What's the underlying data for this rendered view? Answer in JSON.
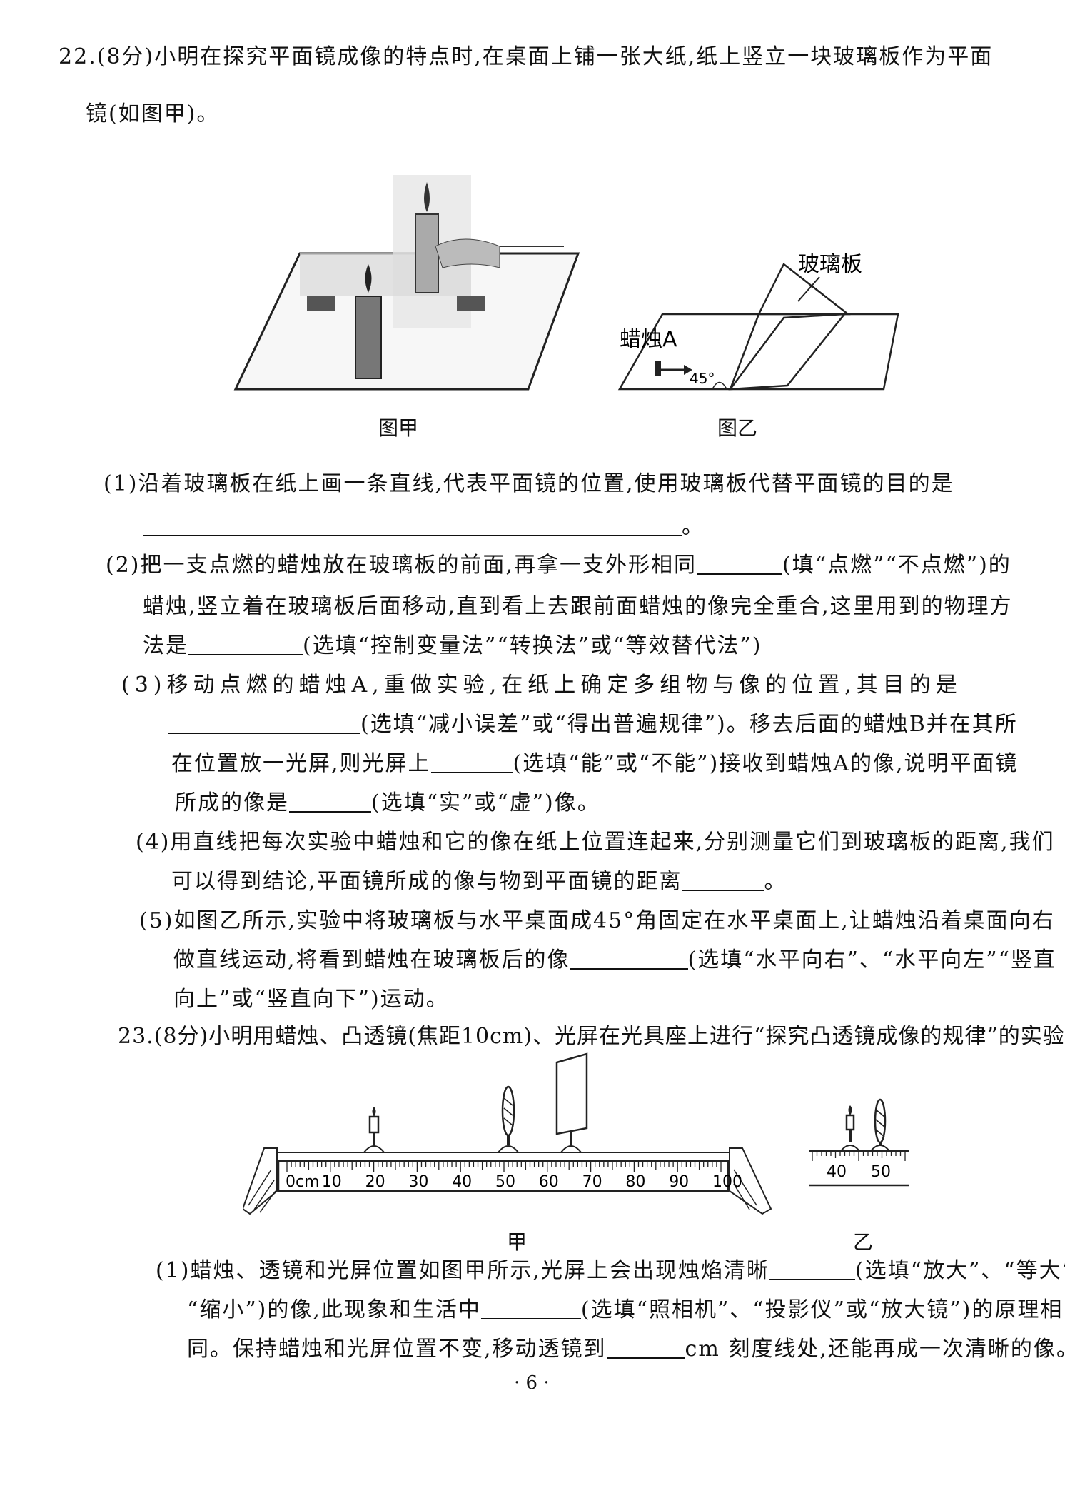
{
  "q22": {
    "header": "22.(8分)小明在探究平面镜成像的特点时,在桌面上铺一张大纸,纸上竖立一块玻璃板作为平面",
    "header_cont": "镜(如图甲)。",
    "fig_jia_caption": "图甲",
    "fig_yi_caption": "图乙",
    "fig_yi_label_glass": "玻璃板",
    "fig_yi_label_candle": "蜡烛A",
    "fig_yi_angle": "45°",
    "p1_line1": "(1)沿着玻璃板在纸上画一条直线,代表平面镜的位置,使用玻璃板代替平面镜的目的是",
    "p1_line2_end": "。",
    "p2_line1_a": "(2)把一支点燃的蜡烛放在玻璃板的前面,再拿一支外形相同",
    "p2_line1_b": "(填“点燃”“不点燃”)的",
    "p2_line2": "蜡烛,竖立着在玻璃板后面移动,直到看上去跟前面蜡烛的像完全重合,这里用到的物理方",
    "p2_line3_a": "法是",
    "p2_line3_b": "(选填“控制变量法”“转换法”或“等效替代法”)",
    "p3_line1": "(3)移动点燃的蜡烛A,重做实验,在纸上确定多组物与像的位置,其目的是",
    "p3_line2_b": "(选填“减小误差”或“得出普遍规律”)。移去后面的蜡烛B并在其所",
    "p3_line3_a": "在位置放一光屏,则光屏上",
    "p3_line3_b": "(选填“能”或“不能”)接收到蜡烛A的像,说明平面镜",
    "p3_line4_a": "所成的像是",
    "p3_line4_b": "(选填“实”或“虚”)像。",
    "p4_line1": "(4)用直线把每次实验中蜡烛和它的像在纸上位置连起来,分别测量它们到玻璃板的距离,我们",
    "p4_line2_a": "可以得到结论,平面镜所成的像与物到平面镜的距离",
    "p4_line2_b": "。",
    "p5_line1": "(5)如图乙所示,实验中将玻璃板与水平桌面成45°角固定在水平桌面上,让蜡烛沿着桌面向右",
    "p5_line2_a": "做直线运动,将看到蜡烛在玻璃板后的像",
    "p5_line2_b": "(选填“水平向右”、“水平向左”“竖直",
    "p5_line3": "向上”或“竖直向下”)运动。"
  },
  "q23": {
    "header": "23.(8分)小明用蜡烛、凸透镜(焦距10cm)、光屏在光具座上进行“探究凸透镜成像的规律”的实验。",
    "ruler_labels": [
      "0cm",
      "10",
      "20",
      "30",
      "40",
      "50",
      "60",
      "70",
      "80",
      "90",
      "100"
    ],
    "ruler_yi_labels": [
      "40",
      "50"
    ],
    "fig_jia_caption": "甲",
    "fig_yi_caption": "乙",
    "p1_line1_a": "(1)蜡烛、透镜和光屏位置如图甲所示,光屏上会出现烛焰清晰",
    "p1_line1_b": "(选填“放大”、“等大”或",
    "p1_line2_a": "“缩小”)的像,此现象和生活中",
    "p1_line2_b": "(选填“照相机”、“投影仪”或“放大镜”)的原理相",
    "p1_line3_a": "同。保持蜡烛和光屏位置不变,移动透镜到",
    "p1_line3_b": "cm 刻度线处,还能再成一次清晰的像。"
  },
  "page_number": "· 6 ·"
}
